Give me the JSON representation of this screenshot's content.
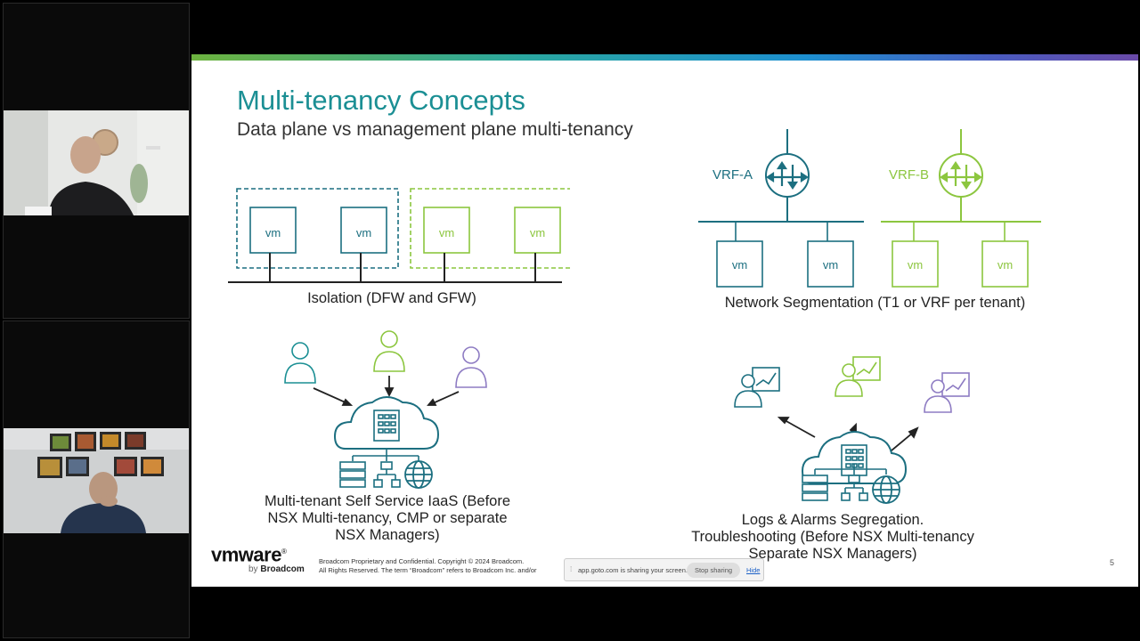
{
  "slide": {
    "title": "Multi-tenancy Concepts",
    "subtitle": "Data plane vs management plane multi-tenancy",
    "vm_label": "vm",
    "isolation_caption": "Isolation (DFW and GFW)",
    "segmentation_caption": "Network Segmentation (T1 or VRF per tenant)",
    "vrf_a": "VRF-A",
    "vrf_b": "VRF-B",
    "iaas_caption": [
      "Multi-tenant Self Service IaaS (Before",
      "NSX Multi-tenancy, CMP or separate",
      "NSX Managers)"
    ],
    "logs_caption": [
      "Logs & Alarms Segregation.",
      "Troubleshooting  (Before NSX Multi-tenancy",
      "Separate NSX Managers)"
    ],
    "footer_logo": "vmware",
    "footer_logo_reg": "®",
    "footer_by": "by",
    "footer_broadcom": "Broadcom",
    "footer_legal_1": "Broadcom Proprietary and Confidential. Copyright © 2024 Broadcom.",
    "footer_legal_2": "All Rights Reserved. The term “Broadcom” refers to Broadcom Inc. and/or",
    "page_number": "5"
  },
  "share_banner": {
    "message": "app.goto.com is sharing your screen.",
    "stop_label": "Stop sharing",
    "hide_label": "Hide"
  },
  "colors": {
    "teal": "#1b8f94",
    "dark_teal": "#1c6f80",
    "green": "#8cc63f",
    "purple": "#8e7cc3",
    "dark": "#222222"
  }
}
